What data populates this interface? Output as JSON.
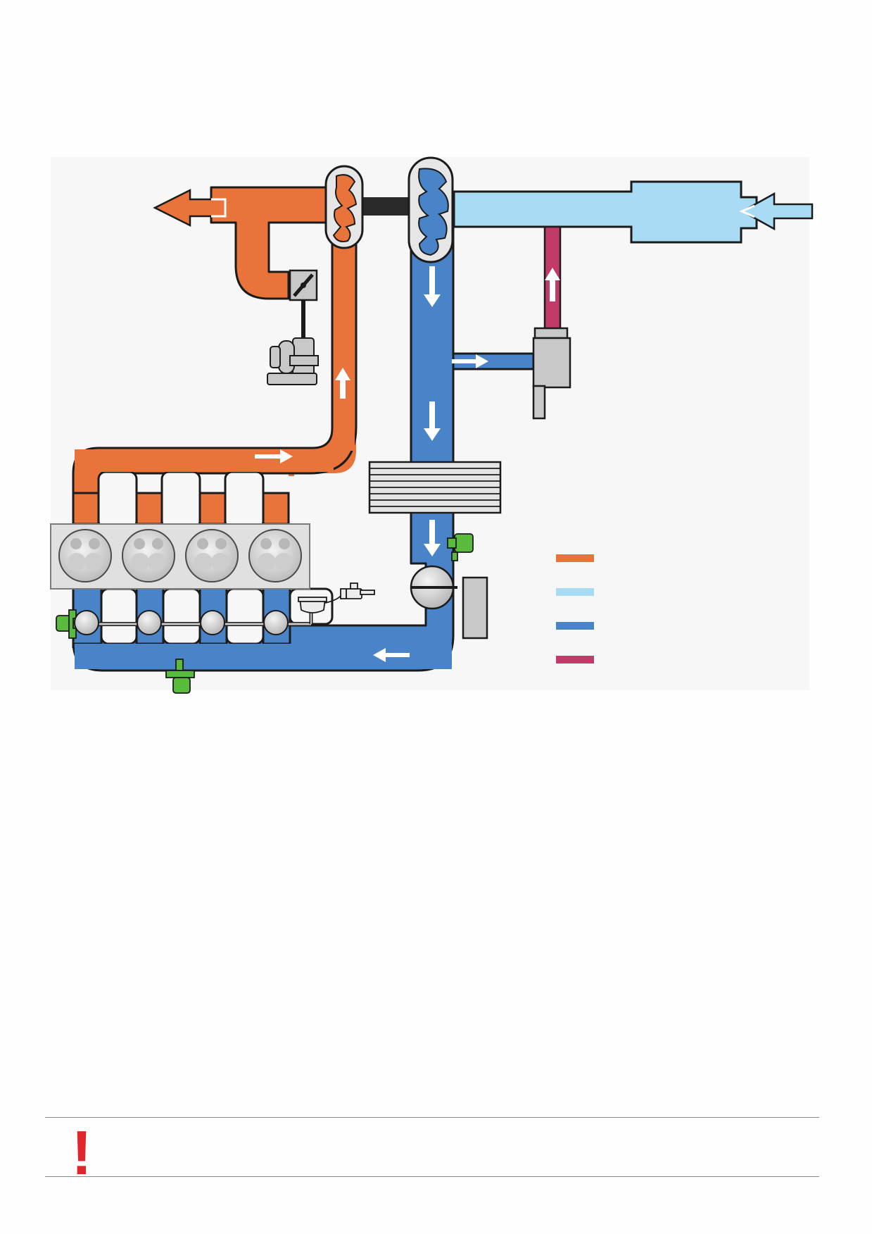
{
  "colors": {
    "exhaust": "#e8743b",
    "fresh_air": "#a9dcf4",
    "charge_air": "#4a84c8",
    "recirculation": "#c13a68",
    "panel_background": "#f7f7f8",
    "notice_mark": "#e0262b"
  },
  "legend": [
    {
      "color_key": "exhaust"
    },
    {
      "color_key": "fresh_air"
    },
    {
      "color_key": "charge_air"
    },
    {
      "color_key": "recirculation"
    }
  ],
  "cylinders": 4,
  "notice": {
    "icon": "exclamation-icon",
    "glyph": "!"
  }
}
